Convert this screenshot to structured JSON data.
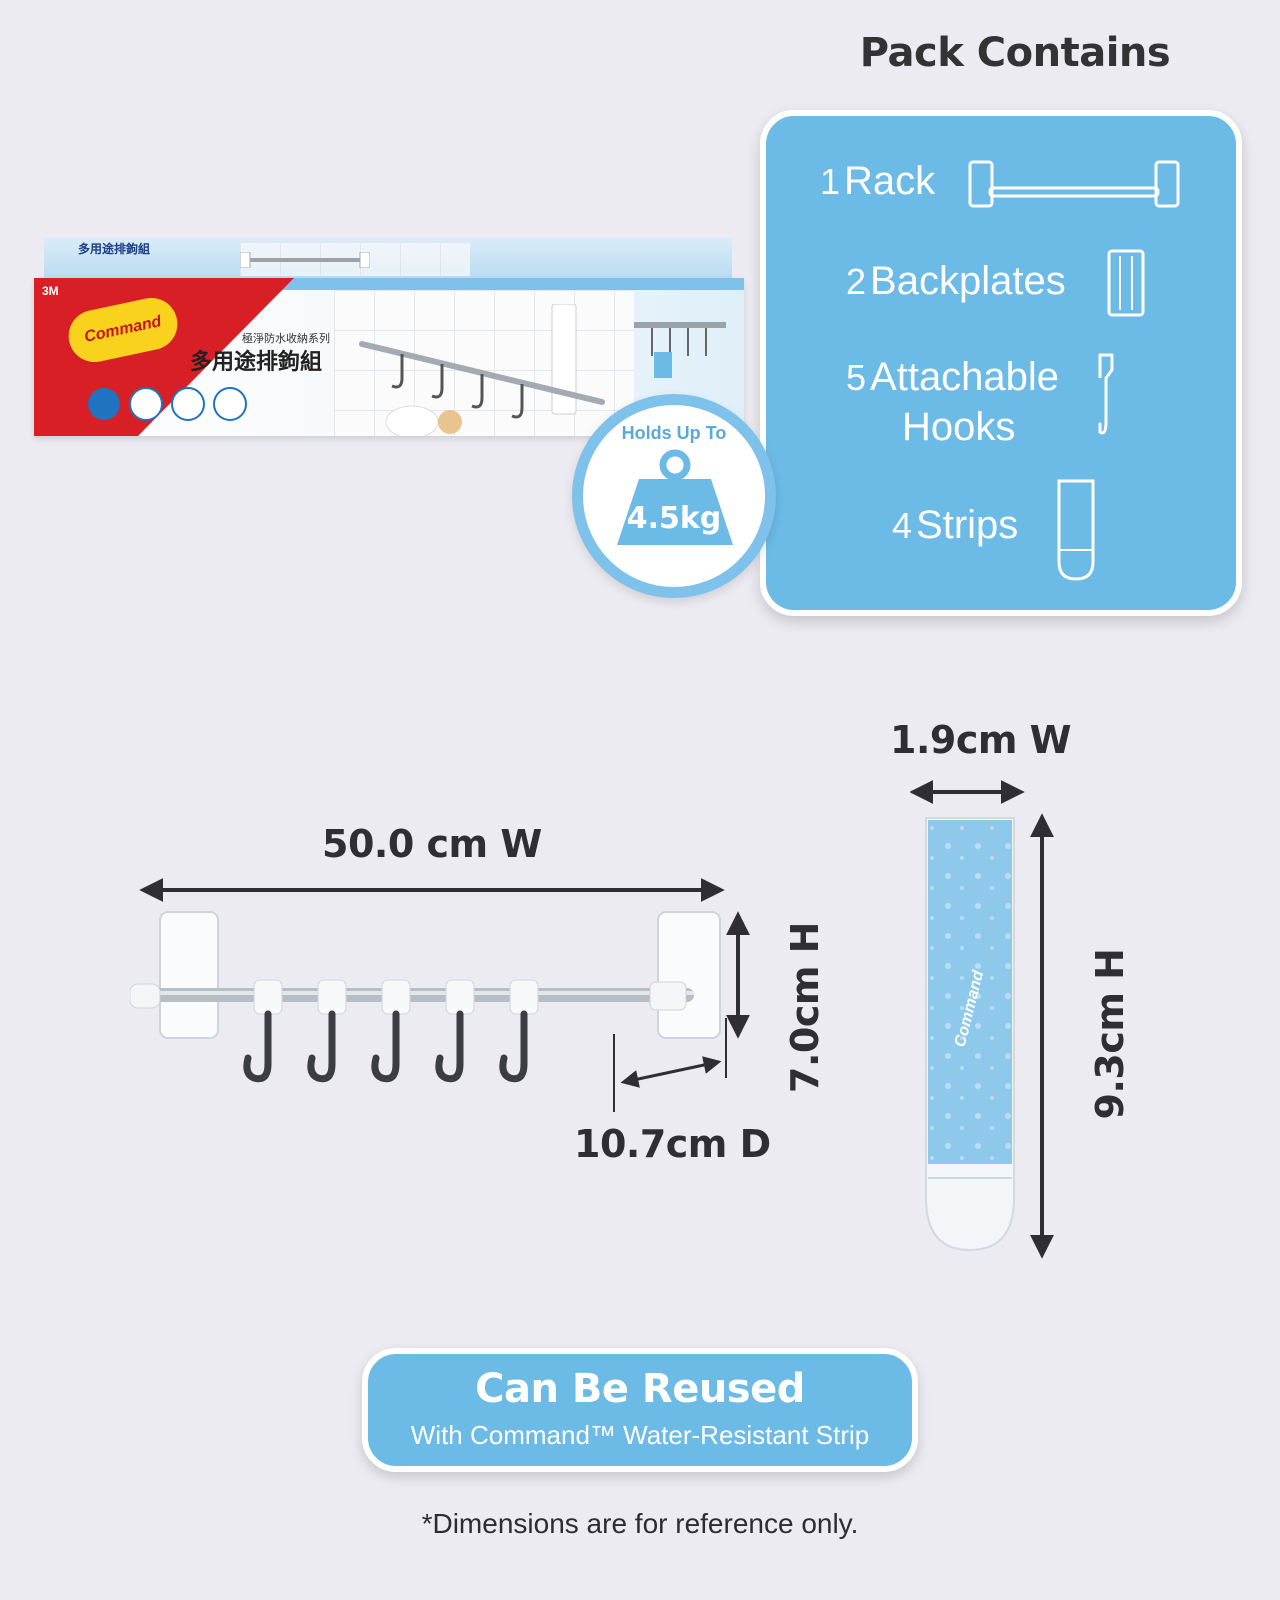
{
  "pack": {
    "title": "Pack Contains",
    "items": [
      {
        "qty": "1",
        "label": "Rack",
        "icon": "rack-icon"
      },
      {
        "qty": "2",
        "label": "Backplates",
        "icon": "backplate-icon"
      },
      {
        "qty": "5",
        "label": "Attachable",
        "label2": "Hooks",
        "icon": "hook-icon"
      },
      {
        "qty": "4",
        "label": "Strips",
        "icon": "strip-icon"
      }
    ]
  },
  "box": {
    "brand": "3M",
    "logo_text": "Command",
    "subtitle_cn": "極淨防水收納系列",
    "title_cn": "多用途排鉤組",
    "top_title_cn": "多用途排鉤組"
  },
  "holds": {
    "label": "Holds Up To",
    "value": "4.5kg"
  },
  "dimensions": {
    "rack_width": "50.0 cm W",
    "rack_height": "7.0cm H",
    "rack_depth": "10.7cm D",
    "strip_width": "1.9cm W",
    "strip_height": "9.3cm H",
    "strip_print": "Command"
  },
  "reuse": {
    "title": "Can Be Reused",
    "subtitle": "With Command™ Water-Resistant Strip"
  },
  "footnote": "*Dimensions are for reference only.",
  "colors": {
    "background": "#ecebf1",
    "accent_blue": "#6bbbe6",
    "brand_red": "#d91f26",
    "brand_yellow": "#f8d21c"
  }
}
